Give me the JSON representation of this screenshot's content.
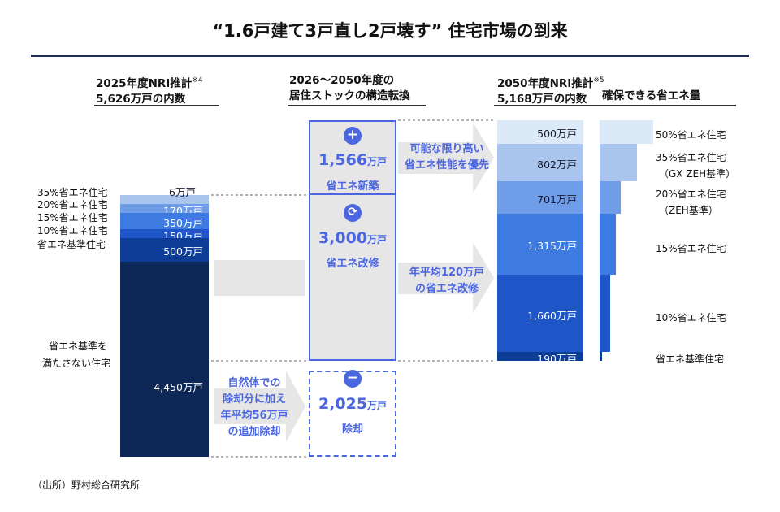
{
  "title": "“1.6戸建て3戸直し2戸壊す” 住宅市場の到来",
  "colors": {
    "navy": "#0d2857",
    "blue_dark": "#0e3d98",
    "blue_mid": "#1e56c8",
    "blue_med": "#3d7be0",
    "blue_light": "#6f9de8",
    "blue_pale": "#a9c5ee",
    "blue_palest": "#dce9f6",
    "accent": "#4a66e0",
    "gray_fill": "#e6e6e6"
  },
  "col1": {
    "header_line1": "2025年度NRI推計",
    "header_note": "※4",
    "header_line2": "5,626万戸の内数"
  },
  "col2": {
    "header_line1": "2026〜2050年度の",
    "header_line2": "居住ストックの構造転換"
  },
  "col3": {
    "header_line1": "2050年度NRI推計",
    "header_note": "※5",
    "header_line2": "5,168万戸の内数",
    "header_right": "確保できる省エネ量"
  },
  "box_new": {
    "icon": "plus-icon",
    "value": "1,566",
    "unit": "万戸",
    "label": "省エネ新築"
  },
  "box_renov": {
    "icon": "refresh-icon",
    "value": "3,000",
    "unit": "万戸",
    "label": "省エネ改修"
  },
  "box_demol": {
    "icon": "minus-icon",
    "value": "2,025",
    "unit": "万戸",
    "label": "除却"
  },
  "arrow_top": {
    "line1": "可能な限り高い",
    "line2": "省エネ性能を優先"
  },
  "arrow_mid": {
    "line1": "年平均120万戸",
    "line2": "の省エネ改修"
  },
  "arrow_bottom": {
    "line1": "自然体での",
    "line2": "除却分に加え",
    "line3": "年平均56万戸",
    "line4": "の追加除却"
  },
  "source": "（出所）野村総合研究所",
  "chart_data": [
    {
      "type": "bar",
      "title": "2025年度NRI推計 5,626万戸の内数",
      "categories": [
        "35%省エネ住宅",
        "20%省エネ住宅",
        "15%省エネ住宅",
        "10%省エネ住宅",
        "省エネ基準住宅",
        "省エネ基準を満たさない住宅"
      ],
      "values": [
        6,
        170,
        350,
        150,
        500,
        4450
      ],
      "value_labels": [
        "6万戸",
        "170万戸",
        "350万戸",
        "150万戸",
        "500万戸",
        "4,450万戸"
      ],
      "unit": "万戸",
      "stacked": true
    },
    {
      "type": "bar",
      "title": "2050年度NRI推計 5,168万戸の内数",
      "categories": [
        "50%省エネ住宅",
        "35%省エネ住宅",
        "20%省エネ住宅",
        "15%省エネ住宅",
        "10%省エネ住宅",
        "省エネ基準住宅"
      ],
      "category_notes": [
        "",
        "（GX ZEH基準）",
        "（ZEH基準）",
        "",
        "",
        ""
      ],
      "values": [
        500,
        802,
        701,
        1315,
        1660,
        190
      ],
      "value_labels": [
        "500万戸",
        "802万戸",
        "701万戸",
        "1,315万戸",
        "1,660万戸",
        "190万戸"
      ],
      "energy_saving_percent": [
        50,
        35,
        20,
        15,
        10,
        0
      ],
      "unit": "万戸",
      "stacked": true
    }
  ]
}
